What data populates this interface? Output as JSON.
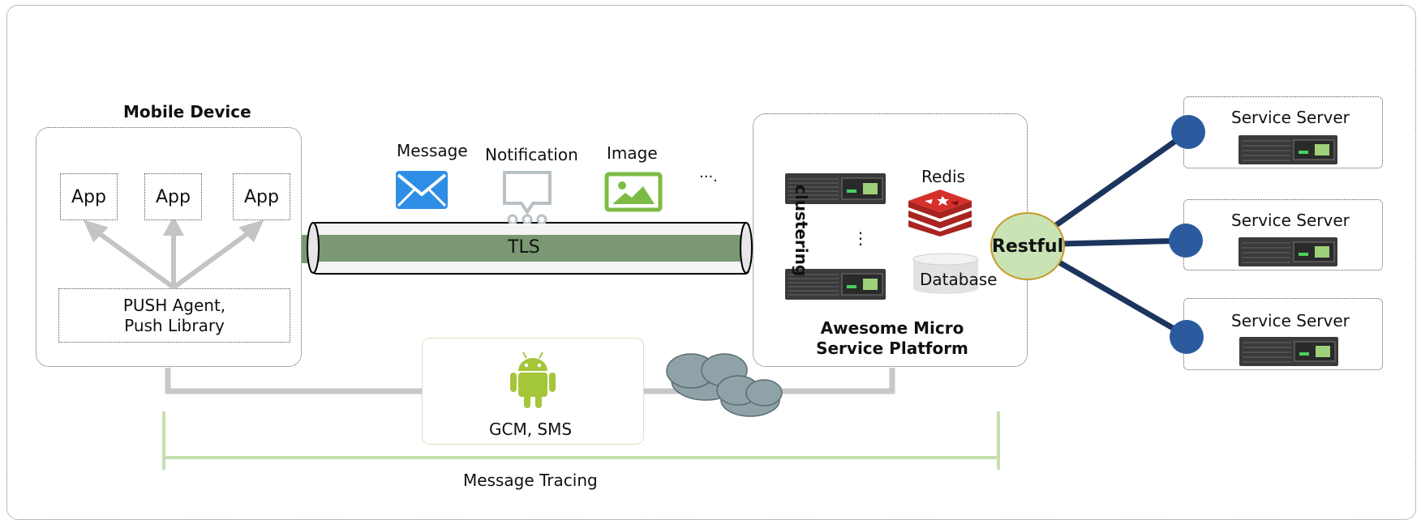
{
  "mobile": {
    "title": "Mobile Device",
    "apps": [
      "App",
      "App",
      "App"
    ],
    "agent_line1": "PUSH Agent,",
    "agent_line2": "Push Library"
  },
  "pipe": {
    "label": "TLS",
    "items": [
      "Message",
      "Notification",
      "Image",
      "···."
    ]
  },
  "platform": {
    "clustering": "clustering",
    "ellipsis": "⋮",
    "redis": "Redis",
    "database": "Database",
    "title_line1": "Awesome Micro",
    "title_line2": "Service Platform",
    "restful": "Restful"
  },
  "services": [
    "Service Server",
    "Service Server",
    "Service Server"
  ],
  "bridge": {
    "label": "GCM, SMS"
  },
  "tracing": {
    "label": "Message Tracing"
  },
  "colors": {
    "tls_green": "#7a9872",
    "android_green": "#a4c639",
    "line_navy": "#1c355e",
    "dot_blue": "#2a5ba0",
    "restful_fill": "#c9e3b5",
    "restful_border": "#c69a2c",
    "tracing_green": "#c6e0b0",
    "arrow_gray": "#c4c4c4",
    "mail_blue": "#2e8ee6",
    "image_green": "#7dbb46",
    "redis_red": "#d6302c"
  }
}
